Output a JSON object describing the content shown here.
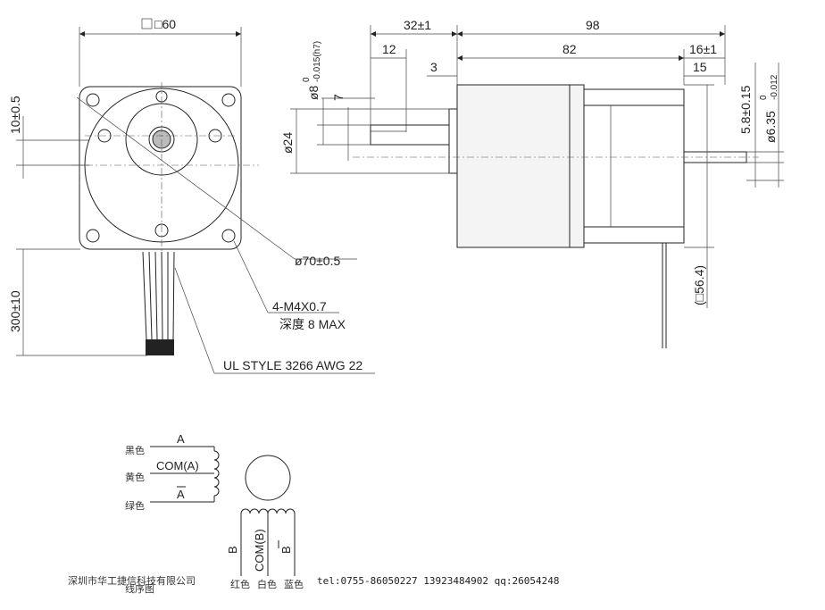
{
  "front_view": {
    "square_size": "□60",
    "offset": "10±0.5",
    "lead_length": "300±10",
    "bolt_circle": "ø70±0.5",
    "screw_spec": "4-M4X0.7",
    "screw_depth": "深度 8 MAX",
    "wire_spec": "UL STYLE 3266 AWG 22"
  },
  "side_view": {
    "shaft_ext": "32±1",
    "body_length": "98",
    "flat_length": "12",
    "step_3": "3",
    "motor_length": "82",
    "rear_16": "16±1",
    "rear_15": "15",
    "shaft_dia_front": "ø8",
    "shaft_dia_front_tol_upper": "0",
    "shaft_dia_front_tol_lower": "-0.015(h7)",
    "flat_7": "7",
    "pilot_dia": "ø24",
    "rear_flat": "5.8±0.15",
    "rear_shaft_dia": "ø6.35",
    "rear_shaft_tol_upper": "0",
    "rear_shaft_tol_lower": "-0.012",
    "side_square": "(□56.4)"
  },
  "wiring": {
    "phase_a": "A",
    "com_a": "COM(A)",
    "phase_a_bar": "A",
    "color_black": "黑色",
    "color_yellow": "黄色",
    "color_green": "绿色",
    "phase_b": "B",
    "com_b": "COM(B)",
    "phase_b_bar": "B",
    "color_red": "红色",
    "color_white": "白色",
    "color_blue": "蓝色",
    "diagram_caption": "线序图"
  },
  "footer": {
    "company": "深圳市华工捷信科技有限公司",
    "contact": "tel:0755-86050227  13923484902 qq:26054248"
  }
}
